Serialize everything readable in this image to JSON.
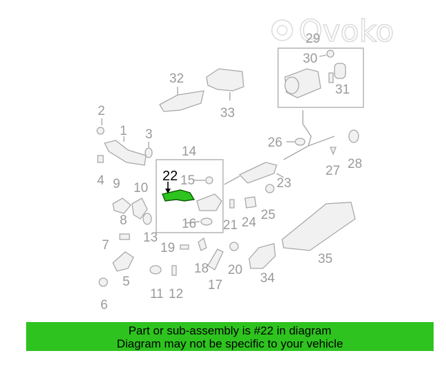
{
  "watermark": "Ovoko",
  "callouts": {
    "c1": "1",
    "c2": "2",
    "c3": "3",
    "c4": "4",
    "c5": "5",
    "c6": "6",
    "c7": "7",
    "c8": "8",
    "c9": "9",
    "c10": "10",
    "c11": "11",
    "c12": "12",
    "c13": "13",
    "c14": "14",
    "c15": "15",
    "c16": "16",
    "c17": "17",
    "c18": "18",
    "c19": "19",
    "c20": "20",
    "c21": "21",
    "c22": "22",
    "c23": "23",
    "c24": "24",
    "c25": "25",
    "c26": "26",
    "c27": "27",
    "c28": "28",
    "c29": "29",
    "c30": "30",
    "c31": "31",
    "c32": "32",
    "c33": "33",
    "c34": "34",
    "c35": "35"
  },
  "highlight": {
    "part_number": "22",
    "color": "#2ec31f"
  },
  "banner": {
    "line1": "Part or sub-assembly is #22 in diagram",
    "line2": "Diagram may not be specific to your vehicle",
    "color": "#2ec31f"
  }
}
